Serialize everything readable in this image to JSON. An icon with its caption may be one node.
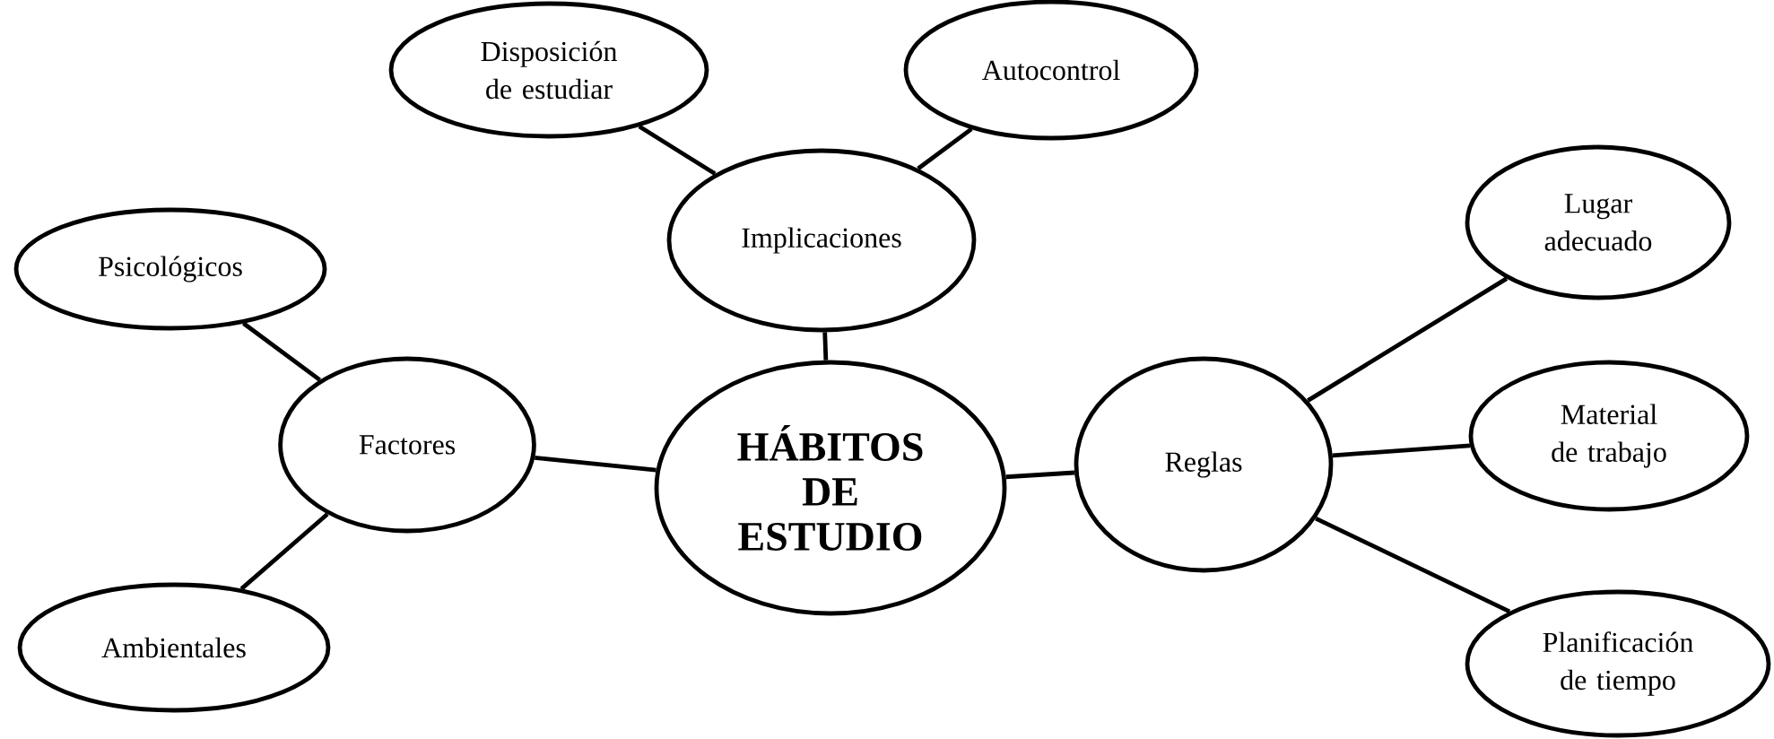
{
  "diagram": {
    "nodes": [
      {
        "text": [
          "Disposición de estudiar"
        ]
      },
      {
        "text": [
          "Autocontrol"
        ]
      },
      {
        "text": [
          "Implicaciones"
        ]
      },
      {
        "text": [
          "Lugar adecuado"
        ]
      },
      {
        "text": [
          "Psicológicos"
        ]
      },
      {
        "text": [
          "Factores"
        ]
      },
      {
        "text": [
          "HÁBITOS DE ESTUDIO"
        ]
      },
      {
        "text": [
          "Reglas"
        ]
      },
      {
        "text": [
          "Material de trabajo"
        ]
      },
      {
        "text": [
          "Ambientales"
        ]
      },
      {
        "text": [
          "Planificación de tiempo"
        ]
      }
    ],
    "edges": [
      {
        "from": 6,
        "to": 2,
        "arrow": "none"
      },
      {
        "from": 2,
        "to": 0,
        "arrow": "none"
      },
      {
        "from": 2,
        "to": 1,
        "arrow": "none"
      },
      {
        "from": 6,
        "to": 5,
        "arrow": "none"
      },
      {
        "from": 5,
        "to": 4,
        "arrow": "none"
      },
      {
        "from": 5,
        "to": 9,
        "arrow": "none"
      },
      {
        "from": 6,
        "to": 7,
        "arrow": "none"
      },
      {
        "from": 7,
        "to": 3,
        "arrow": "none"
      },
      {
        "from": 7,
        "to": 8,
        "arrow": "none"
      },
      {
        "from": 7,
        "to": 10,
        "arrow": "none"
      }
    ]
  }
}
